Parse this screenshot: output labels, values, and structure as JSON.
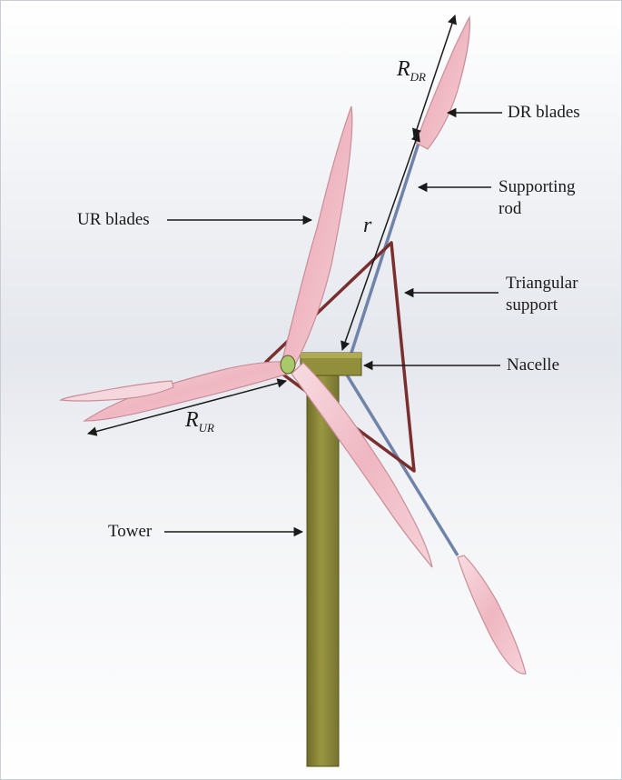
{
  "labels": {
    "dr_blades": "DR blades",
    "supporting_rod_line1": "Supporting",
    "supporting_rod_line2": "rod",
    "ur_blades": "UR blades",
    "triangular_support_line1": "Triangular",
    "triangular_support_line2": "support",
    "nacelle": "Nacelle",
    "tower": "Tower"
  },
  "symbols": {
    "r_dr_base": "R",
    "r_dr_sub": "DR",
    "r": "r",
    "r_ur_base": "R",
    "r_ur_sub": "UR"
  },
  "colors": {
    "tower": "#8a8738",
    "blade": "#f2c3cc",
    "blade_edge": "#c98d98",
    "support": "#7a2f2f",
    "rod": "#6f84a8",
    "background_top": "#ffffff",
    "background_mid": "#e3e6ec"
  }
}
